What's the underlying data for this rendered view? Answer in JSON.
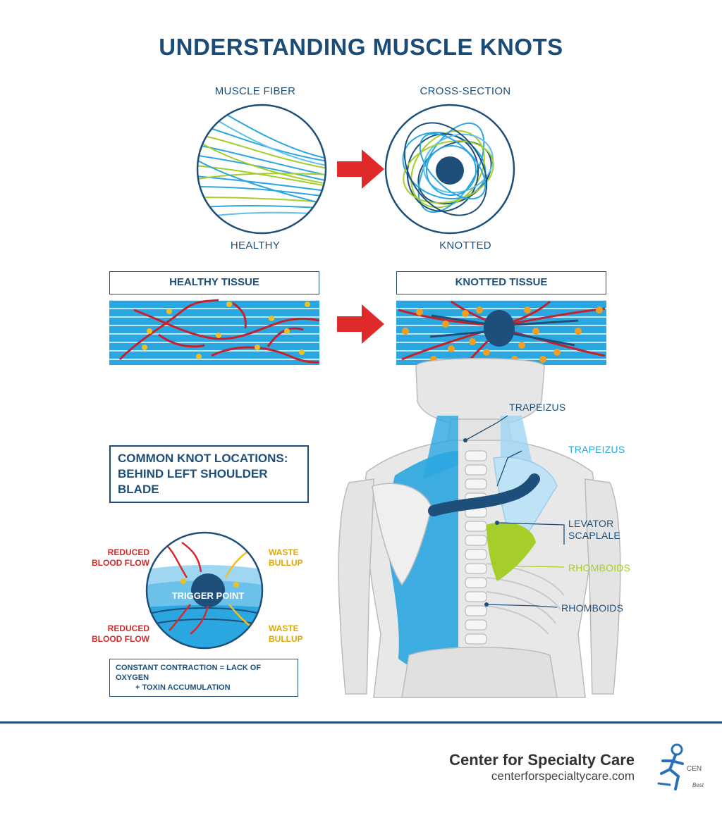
{
  "title": "UNDERSTANDING MUSCLE KNOTS",
  "fiber_panel": {
    "top_label": "MUSCLE FIBER",
    "bottom_label": "HEALTHY"
  },
  "cross_panel": {
    "top_label": "CROSS-SECTION",
    "bottom_label": "KNOTTED"
  },
  "tissue": {
    "healthy_label": "HEALTHY TISSUE",
    "knotted_label": "KNOTTED TISSUE"
  },
  "callout": {
    "line1": "COMMON KNOT LOCATIONS:",
    "line2": "BEHIND LEFT SHOULDER BLADE"
  },
  "trigger": {
    "center_label": "TRIGGER POINT",
    "reduced_top": [
      "REDUCED",
      "BLOOD FLOW"
    ],
    "waste_top": [
      "WASTE",
      "BULLUP"
    ],
    "reduced_bottom": [
      "REDUCED",
      "BLOOD FLOW"
    ],
    "waste_bottom": [
      "WASTE",
      "BULLUP"
    ],
    "note_line1": "CONSTANT CONTRACTION = LACK OF OXYGEN",
    "note_line2": "+ TOXIN ACCUMULATION"
  },
  "anatomy": {
    "label_trapezius_1": "TRAPEIZUS",
    "label_trapezius_2": "TRAPEIZUS",
    "label_levator_1": "LEVATOR",
    "label_levator_2": "SCAPLALE",
    "label_rhomboids_1": "RHOMBOIDS",
    "label_rhomboids_2": "RHOMBOIDS"
  },
  "footer": {
    "brand": "Center for Specialty Care",
    "url": "centerforspecialtycare.com",
    "logo_text": "CEN",
    "logo_sub": "Best"
  },
  "colors": {
    "navy": "#1d4f7a",
    "blue": "#2aa6e0",
    "lime": "#a6ce2a",
    "red": "#d42a2a",
    "yellow": "#f0c020"
  }
}
